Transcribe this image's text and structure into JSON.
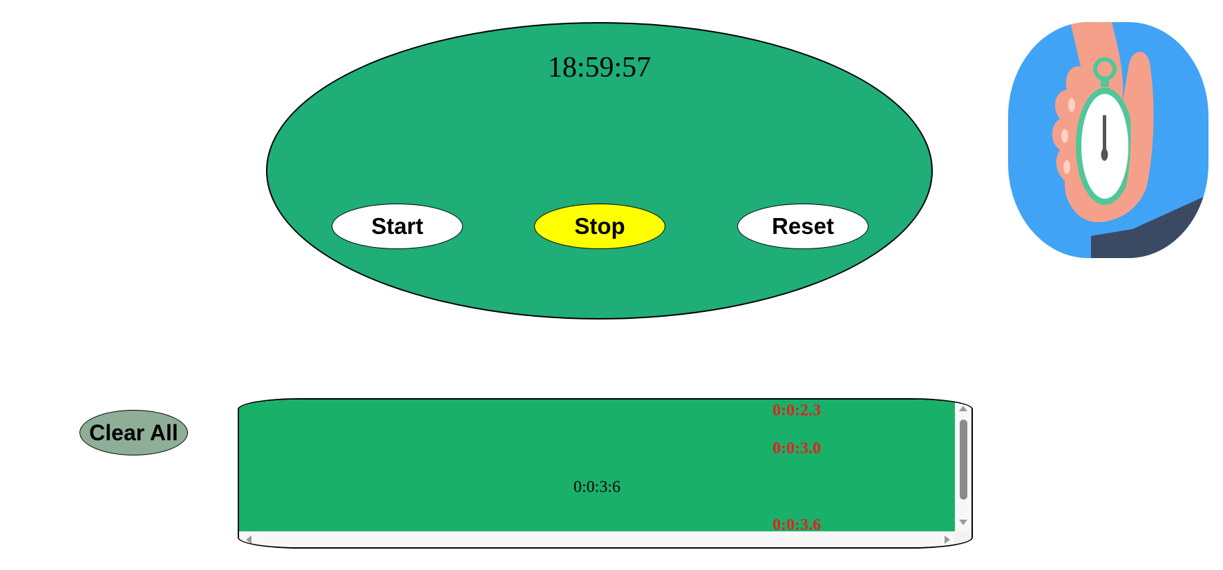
{
  "clock": {
    "time": "18:59:57"
  },
  "controls": {
    "start_label": "Start",
    "stop_label": "Stop",
    "reset_label": "Reset"
  },
  "laps": {
    "clear_label": "Clear All",
    "items": [
      "0:0:2.3",
      "0:0:3.0",
      "0:0:3.6"
    ],
    "current": "0:0:3:6"
  },
  "colors": {
    "clock_bg": "#1fad78",
    "stop_button": "#ffff00",
    "laps_bg": "#19b06a",
    "lap_text": "#e0231c",
    "clear_button": "#8fae97",
    "image_bg": "#41a3f5"
  },
  "icons": {
    "stopwatch_image": "hand-holding-stopwatch-icon"
  }
}
